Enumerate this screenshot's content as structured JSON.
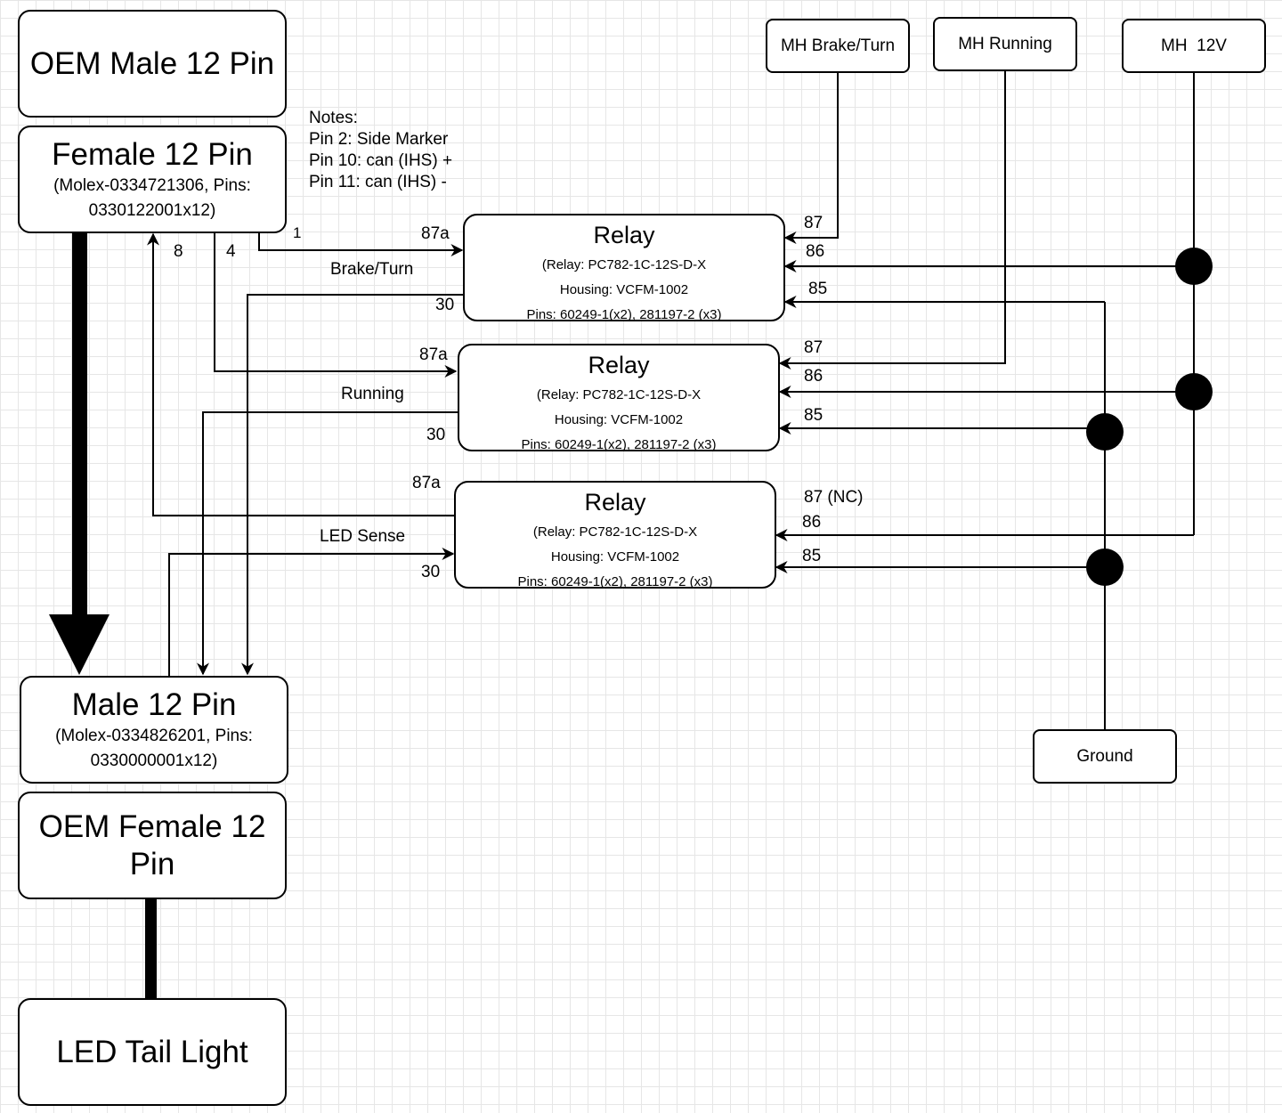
{
  "boxes": {
    "oem_male": "OEM Male 12 Pin",
    "female": {
      "title": "Female 12 Pin",
      "line1": "(Molex-0334721306,  Pins:",
      "line2": "0330122001x12)"
    },
    "male": {
      "title": "Male 12 Pin",
      "line1": "(Molex-0334826201,  Pins:",
      "line2": "0330000001x12)"
    },
    "oem_female": {
      "line1": "OEM Female 12",
      "line2": "Pin"
    },
    "tail": "LED Tail Light",
    "mh_brake": "MH Brake/Turn",
    "mh_running": "MH Running",
    "mh_12v": "MH  12V",
    "ground": "Ground"
  },
  "notes": [
    "Notes:",
    "Pin 2: Side Marker",
    "Pin 10: can (IHS) +",
    "Pin 11: can (IHS) -"
  ],
  "relays": [
    {
      "title": "Relay",
      "relay": "(Relay: PC782-1C-12S-D-X",
      "housing": "Housing: VCFM-1002",
      "pins": "Pins:  60249-1(x2), 281197-2 (x3)",
      "p87a": "87a",
      "p30": "30",
      "p87": "87",
      "p86": "86",
      "p85": "85",
      "signal": "Brake/Turn"
    },
    {
      "title": "Relay",
      "relay": "(Relay: PC782-1C-12S-D-X",
      "housing": "Housing: VCFM-1002",
      "pins": "Pins:  60249-1(x2), 281197-2 (x3)",
      "p87a": "87a",
      "p30": "30",
      "p87": "87",
      "p86": "86",
      "p85": "85",
      "signal": "Running"
    },
    {
      "title": "Relay",
      "relay": "(Relay: PC782-1C-12S-D-X",
      "housing": "Housing: VCFM-1002",
      "pins": "Pins:  60249-1(x2), 281197-2 (x3)",
      "p87a": "87a",
      "p30": "30",
      "p87": "87 (NC)",
      "p86": "86",
      "p85": "85",
      "signal": "LED Sense"
    }
  ],
  "pins": {
    "p1": "1",
    "p8": "8",
    "p4": "4"
  }
}
